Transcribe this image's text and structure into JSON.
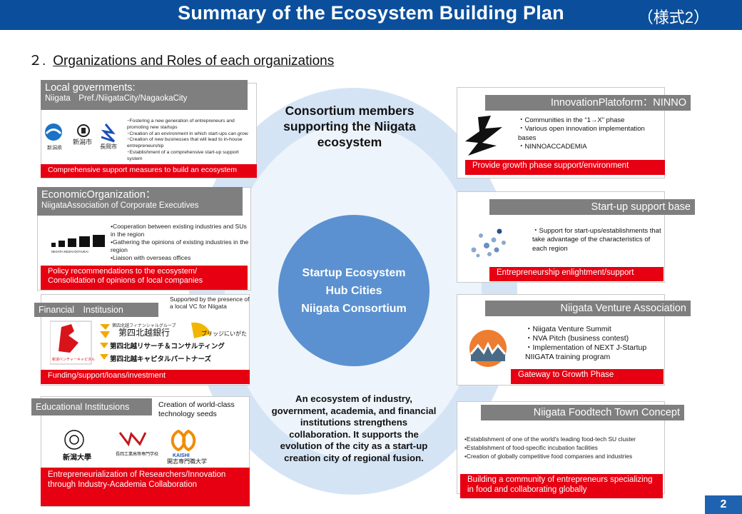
{
  "header": {
    "title": "Summary of the Ecosystem Building Plan",
    "form": "（様式2）"
  },
  "section": {
    "number": "２.",
    "title": "Organizations and Roles of each organizations"
  },
  "center": {
    "top": "Consortium members supporting the Niigata ecosystem",
    "hub": [
      "Startup Ecosystem",
      "Hub Cities",
      "Niigata Consortium"
    ],
    "bottom": "An ecosystem of industry, government, academia, and financial institutions strengthens collaboration. It supports the evolution of the city as a start-up creation city of regional fusion."
  },
  "left": {
    "local": {
      "title": "Local governments:",
      "subtitle": "Niigata　Pref./NiigataCity/NagaokaCity",
      "logos": [
        "新潟県",
        "新潟市",
        "長岡市"
      ],
      "bullets": [
        "･Fostering a new generation of entrepreneurs and promoting new startups",
        "･Creation of an environment in which start-ups can grow",
        "･Creation of new businesses that will lead to in-house entrepreneurship",
        "･Establishment of a comprehensive start-up support system"
      ],
      "role": "Comprehensive support measures to build an ecosystem"
    },
    "economic": {
      "title": "EconomicOrganization：",
      "subtitle": "NiigataAssociation of Corporate Executives",
      "logo": "NIIGATA KEIZAI DOYUKAI",
      "bullets": [
        "•Cooperation between existing industries and SUs in the region",
        "•Gathering the opinions of existing industries in the region",
        "•Liaison with overseas offices"
      ],
      "role": "Policy recommendations to the ecosystem/ Consolidation of opinions of local companies"
    },
    "financial": {
      "title": "Financial　Institusion",
      "note": "Supported by the presence of a local VC for Niigata",
      "logos": [
        "新潟ベンチャーキャピタル",
        "第四北越フィナンシャルグループ",
        "第四北越銀行",
        "ブリッジにいがた",
        "第四北越リサーチ＆コンサルティング",
        "第四北越キャピタルパートナーズ"
      ],
      "role": "Funding/support/loans/investment"
    },
    "education": {
      "title": "Educational Institusions",
      "note": "Creation of world-class technology seeds",
      "logos": [
        "新潟大學",
        "長岡工業高等専門学校",
        "KAISHI",
        "開志専門職大学"
      ],
      "role": "Entrepreneurialization of Researchers/Innovation through Industry-Academia Collaboration"
    }
  },
  "right": {
    "ninno": {
      "title": "InnovationPlatoform：NINNO",
      "bullets": [
        "・Communities in the “1→X” phase",
        "・Various open innovation implementation bases",
        "・NINNOACCADEMIA"
      ],
      "role": "Provide growth phase support/environment"
    },
    "base": {
      "title": "Start-up support base",
      "bullets": [
        "・Support for start-ups/establishments that take advantage of the characteristics of each region"
      ],
      "role": "Entrepreneurship enlightment/support"
    },
    "nva": {
      "title": "Niigata Venture Association",
      "bullets": [
        "・Niigata Venture Summit",
        "・NVA Pitch (business contest)",
        "・Implementation of NEXT J-Startup NIIGATA training program"
      ],
      "role": "Gateway to Growth Phase"
    },
    "foodtech": {
      "title": "Niigata Foodtech Town Concept",
      "bullets": [
        "•Establishment of one of the world's leading food-tech SU cluster",
        "•Establishment of food-specific incubation facilities",
        "•Creation of globally competitive food companies and industries"
      ],
      "role": "Building a community of entrepreneurs specializing in food and collaborating globally"
    }
  },
  "page_number": "2",
  "colors": {
    "header": "#0b4f9c",
    "red": "#e60012",
    "gray": "#7f7f7f",
    "ring": "#cfe0f3",
    "hub": "#5b91d0"
  }
}
